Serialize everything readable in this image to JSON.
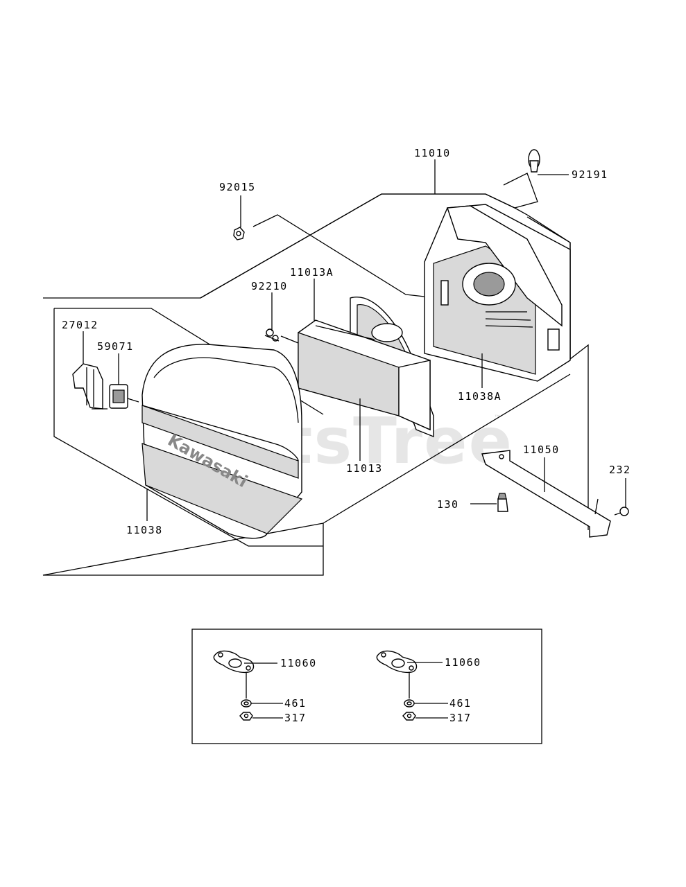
{
  "watermark": {
    "text": "PartsTree",
    "trademark": "™"
  },
  "brand_marking": "Kawasaki",
  "part_labels": {
    "p11010": "11010",
    "p92191": "92191",
    "p92015": "92015",
    "p11013A": "11013A",
    "p92210": "92210",
    "p27012": "27012",
    "p59071": "59071",
    "p11038A": "11038A",
    "p11013": "11013",
    "p11050": "11050",
    "p232": "232",
    "p130": "130",
    "p11038": "11038"
  },
  "hardware_kit": {
    "left": {
      "gasket": "11060",
      "washer": "461",
      "nut": "317"
    },
    "right": {
      "gasket": "11060",
      "washer": "461",
      "nut": "317"
    }
  }
}
